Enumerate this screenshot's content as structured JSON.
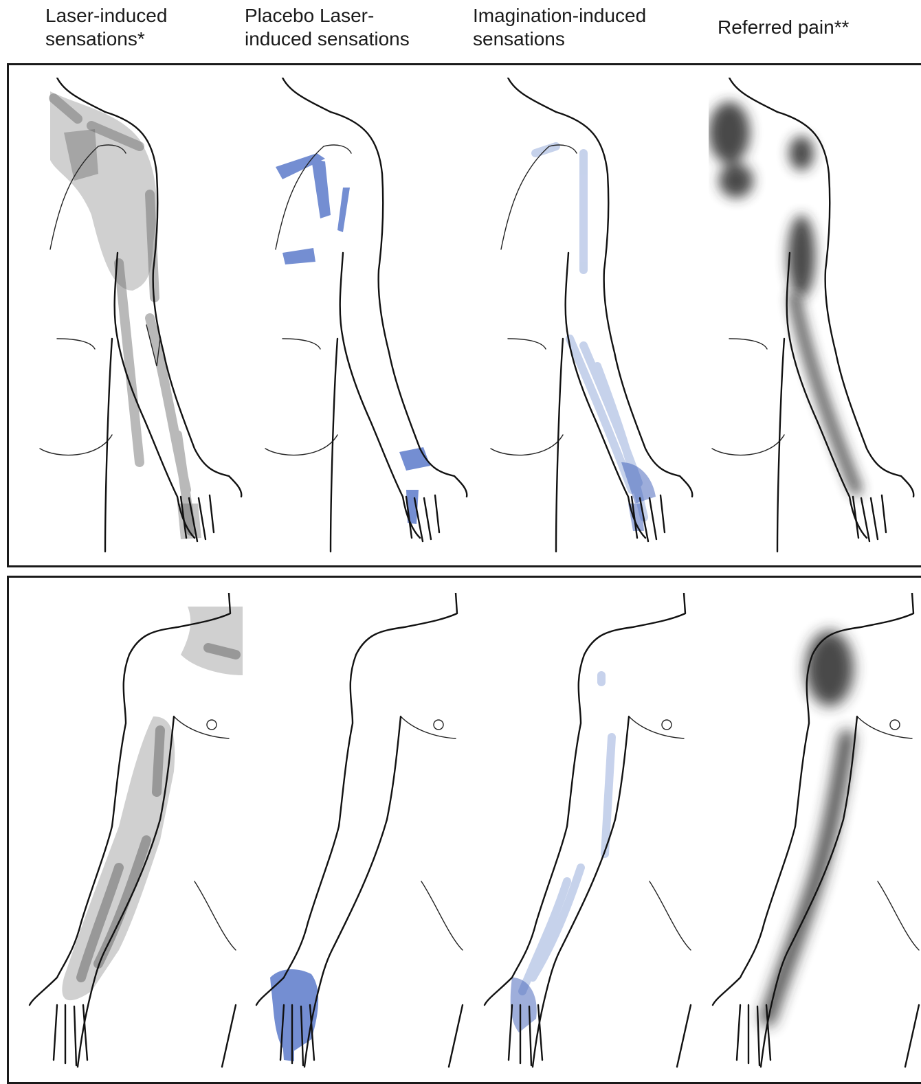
{
  "headers": {
    "laser": "Laser-induced\nsensations*",
    "placebo": "Placebo Laser-\ninduced sensations",
    "imagination": "Imagination-induced\nsensations",
    "referred": "Referred pain**"
  },
  "colors": {
    "laser_shade": "#8c8c8c",
    "placebo_shade": "#3a5fbf",
    "imagination_shade": "#5f7fc8",
    "referred_shade": "#2a2a2a",
    "outline": "#111111"
  },
  "rows": [
    "back-view",
    "front-view"
  ]
}
